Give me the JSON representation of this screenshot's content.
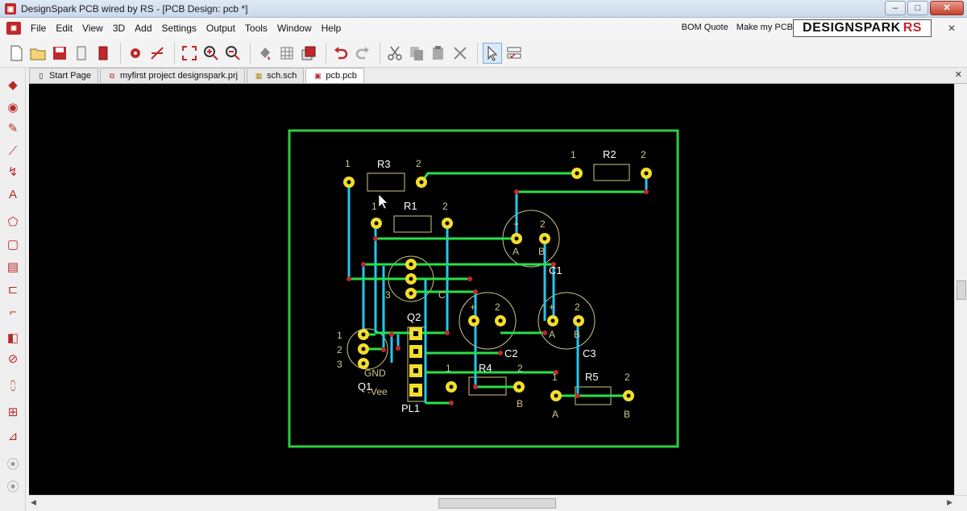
{
  "window": {
    "title": "DesignSpark PCB wired by RS - [PCB Design: pcb *]",
    "minimize": "–",
    "maximize": "□",
    "close": "✕"
  },
  "menu": {
    "items": [
      "File",
      "Edit",
      "View",
      "3D",
      "Add",
      "Settings",
      "Output",
      "Tools",
      "Window",
      "Help"
    ],
    "right_links": [
      "BOM Quote",
      "Make my PCB"
    ],
    "brand": "DESIGNSPARK",
    "brand_suffix": "RS",
    "doc_close": "✕"
  },
  "toolbar": {
    "buttons": [
      "new-doc-icon",
      "open-folder-icon",
      "save-icon",
      "page-icon",
      "book-icon",
      "component-icon",
      "ratsnest-icon",
      "zoom-fit-icon",
      "zoom-in-icon",
      "zoom-out-icon",
      "paint-icon",
      "grid-icon",
      "layers-icon",
      "undo-icon",
      "redo-icon",
      "cut-icon",
      "copy-icon",
      "paste-icon",
      "delete-icon",
      "select-icon",
      "properties-icon"
    ]
  },
  "tabs": [
    {
      "label": "Start Page"
    },
    {
      "label": "myfirst project designspark.prj"
    },
    {
      "label": "sch.sch"
    },
    {
      "label": "pcb.pcb",
      "active": true
    }
  ],
  "pcb": {
    "labels": {
      "r3": "R3",
      "r2": "R2",
      "r1": "R1",
      "r4": "R4",
      "r5": "R5",
      "c1": "C1",
      "c2": "C2",
      "c3": "C3",
      "q1": "Q1",
      "q2": "Q2",
      "pl1": "PL1",
      "pin1": "1",
      "pin2": "2",
      "pin3": "3",
      "a": "A",
      "b": "B",
      "c": "C",
      "plus": "+",
      "gnd": "GND",
      "vee": "-Vee"
    }
  },
  "colors": {
    "board_outline": "#2ecc40",
    "track": "#29e04a",
    "via_track": "#25c6ef",
    "pad": "#f2dd2d",
    "silk": "#cfc68a",
    "canvas": "#000000"
  }
}
